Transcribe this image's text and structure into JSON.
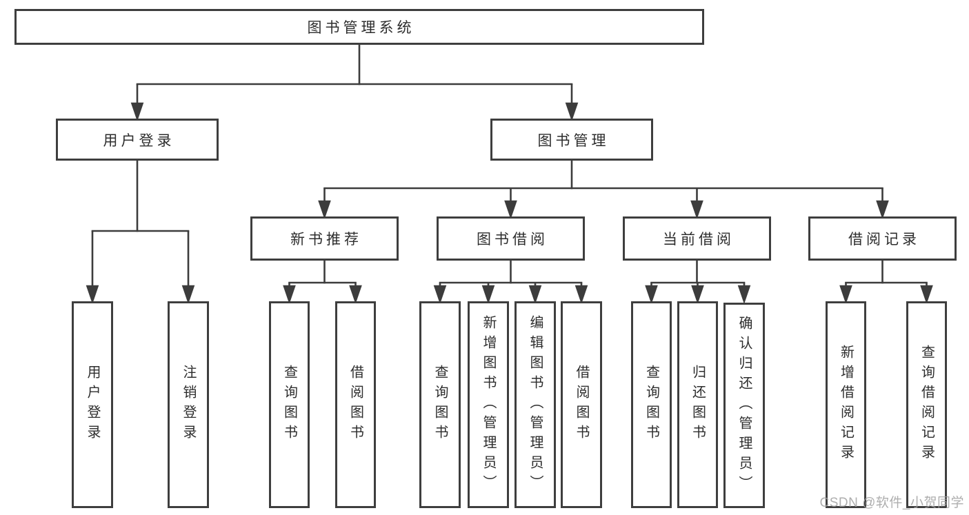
{
  "watermark": "CSDN @软件_小贺同学",
  "colors": {
    "line": "#3c3c3c",
    "box_border": "#3e3e3e",
    "text": "#2d2d2d",
    "watermark_gray": "#a0a0a0"
  },
  "nodes": {
    "root": "图书管理系统",
    "user_login": "用户登录",
    "book_mgmt": "图书管理",
    "new_book_rec": "新书推荐",
    "book_borrow": "图书借阅",
    "current_borrow": "当前借阅",
    "borrow_record": "借阅记录",
    "leaf_user_login": "用户登录",
    "leaf_logout": "注销登录",
    "nbr_query_book": "查询图书",
    "nbr_borrow_book": "借阅图书",
    "bb_query_book": "查询图书",
    "bb_add_book": "新增图书（管理员）",
    "bb_edit_book": "编辑图书（管理员）",
    "bb_borrow_book": "借阅图书",
    "cb_query_book": "查询图书",
    "cb_return_book": "归还图书",
    "cb_confirm_return": "确认归还（管理员）",
    "br_add_record": "新增借阅记录",
    "br_query_record": "查询借阅记录"
  }
}
